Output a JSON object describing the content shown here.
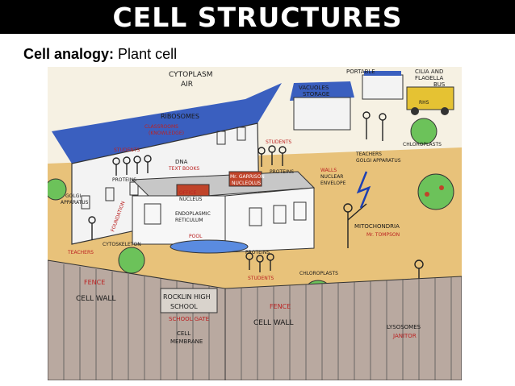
{
  "slide": {
    "title": "CELL STRUCTURES",
    "subtitle_label": "Cell analogy:",
    "subtitle_value": "Plant cell"
  },
  "illustration": {
    "labels": {
      "cytoplasm": "CYTOPLASM",
      "air": "AIR",
      "vacuoles": "VACUOLES",
      "storage": "STORAGE",
      "portable": "PORTABLE",
      "cilia": "CILIA AND",
      "flagella": "FLAGELLA",
      "bus": "BUS",
      "ribosomes": "RIBOSOMES",
      "classrooms": "CLASSROOMS",
      "knowledge": "(KNOWLEDGE)",
      "students_1": "STUDENTS",
      "students_2": "STUDENTS",
      "students_3": "STUDENTS",
      "proteins_1": "PROTEINS",
      "proteins_2": "PROTEINS",
      "proteins_3": "PROTEINS",
      "dna": "DNA",
      "textbooks": "TEXT BOOKS",
      "mr_garrison": "Mr. GARRISON",
      "nucleolus": "NUCLEOLUS",
      "office": "OFFICE",
      "nucleus": "NUCLEUS",
      "walls": "WALLS",
      "nuclear": "NUCLEAR",
      "envelope": "ENVELOPE",
      "chloroplasts_1": "CHLOROPLASTS",
      "chloroplasts_2": "CHLOROPLASTS",
      "teachers_1": "TEACHERS",
      "golgi_1": "GOLGI APPARATUS",
      "golgi_2": "GOLGI",
      "apparatus": "APPARATUS",
      "endoplasmic": "ENDOPLASMIC",
      "reticulum": "RETICULUM",
      "pool": "POOL",
      "foundation": "FOUNDATION",
      "cytoskeleton": "CYTOSKELETON",
      "teachers_2": "TEACHERS",
      "rocklin": "ROCKLIN HIGH",
      "school": "SCHOOL",
      "mitochondria": "MITOCHONDRIA",
      "mr_tompson": "Mr. TOMPSON",
      "fence_1": "FENCE",
      "cell_wall_1": "CELL WALL",
      "school_gate": "SCHOOL GATE",
      "cell": "CELL",
      "membrane": "MEMBRANE",
      "fence_2": "FENCE",
      "cell_wall_2": "CELL WALL",
      "lysosomes": "LYSOSOMES",
      "janitor": "JANITOR",
      "rhs": "RHS"
    },
    "colors": {
      "ground": "#e8c27a",
      "roof": "#3a5fbf",
      "fence": "#b9a9a0",
      "tree": "#6cc25a",
      "pool": "#5a8be0",
      "brick": "#c0442a"
    }
  }
}
